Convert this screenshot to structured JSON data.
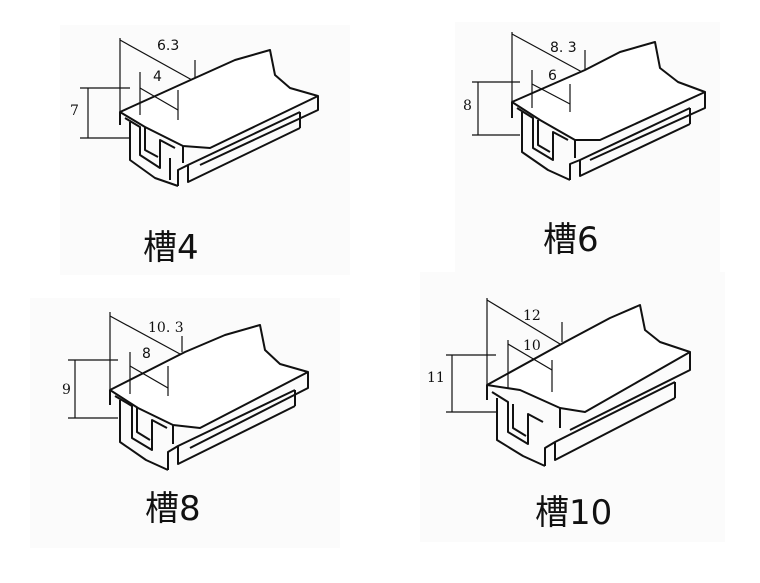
{
  "panels": [
    {
      "id": "p1",
      "caption": "槽4",
      "dims": {
        "outer": "6.3",
        "inner": "4",
        "height": "7"
      }
    },
    {
      "id": "p2",
      "caption": "槽6",
      "dims": {
        "outer": "8. 3",
        "inner": "6",
        "height": "8"
      }
    },
    {
      "id": "p3",
      "caption": "槽8",
      "dims": {
        "outer": "10. 3",
        "inner": "8",
        "height": "9"
      }
    },
    {
      "id": "p4",
      "caption": "槽10",
      "dims": {
        "outer": "12",
        "inner": "10",
        "height": "11"
      }
    }
  ]
}
